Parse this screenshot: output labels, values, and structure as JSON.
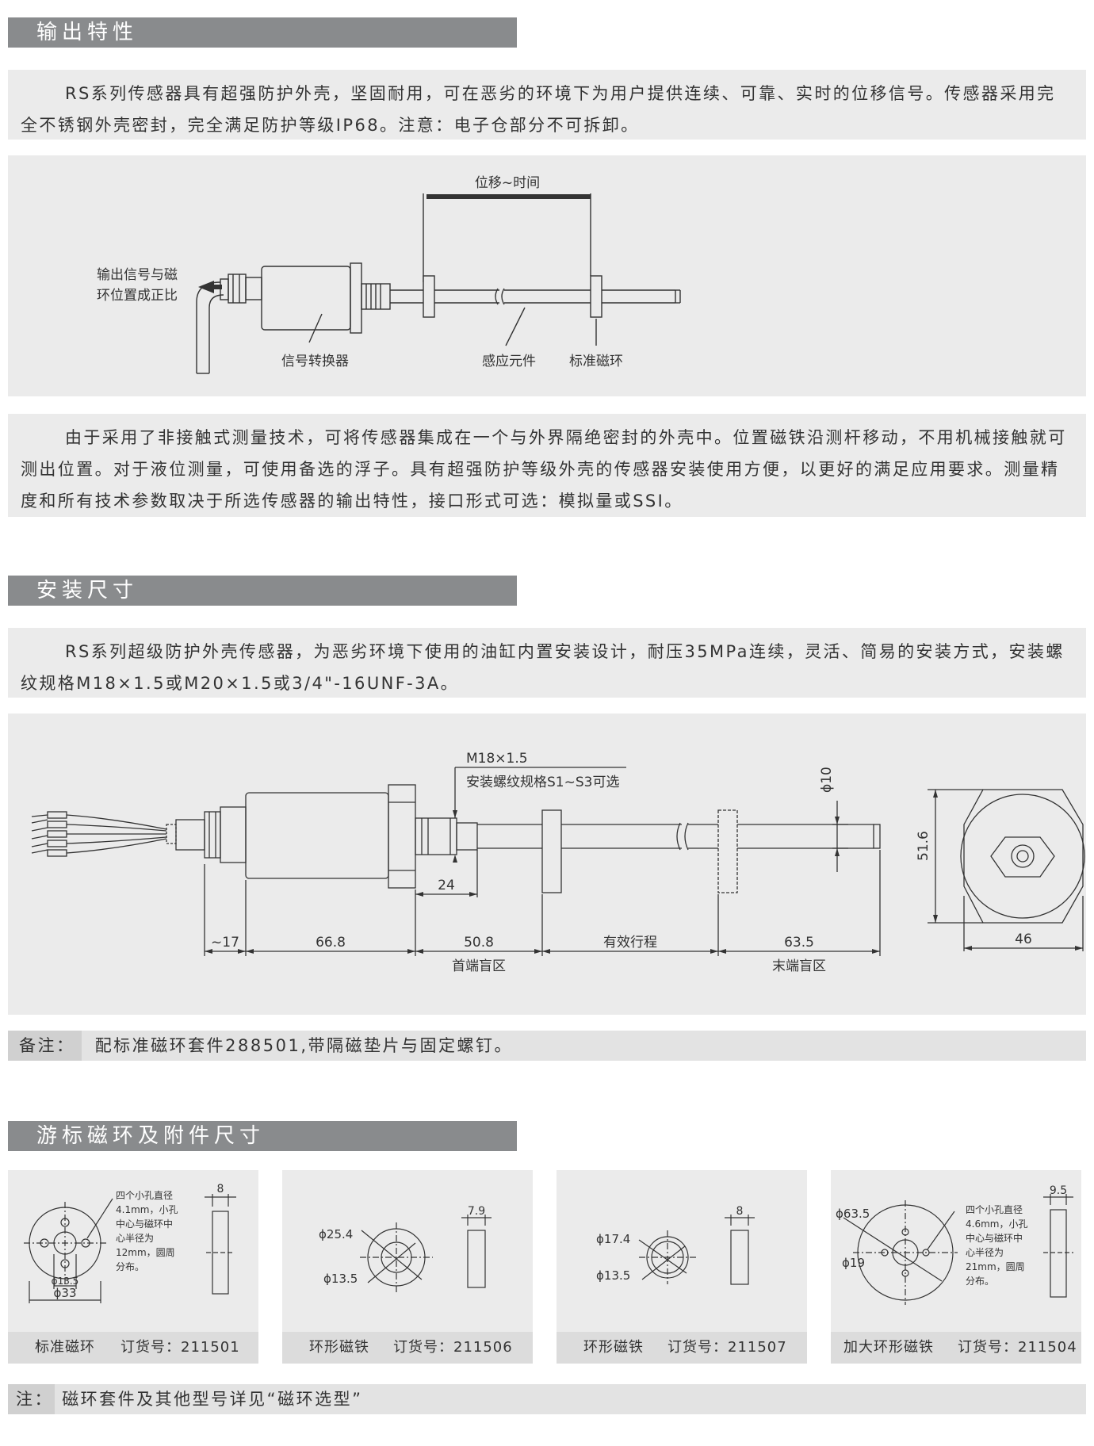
{
  "sections": {
    "output": {
      "title": "输出特性"
    },
    "install": {
      "title": "安装尺寸"
    },
    "magnet": {
      "title": "游标磁环及附件尺寸"
    }
  },
  "output": {
    "para1": "RS系列传感器具有超强防护外壳，坚固耐用，可在恶劣的环境下为用户提供连续、可靠、实时的位移信号。传感器采用完全不锈钢外壳密封，完全满足防护等级IP68。注意：电子仓部分不可拆卸。",
    "diagram": {
      "arrow_label": "位移~时间",
      "left_label_1": "输出信号与磁",
      "left_label_2": "环位置成正比",
      "converter": "信号转换器",
      "element": "感应元件",
      "magnet": "标准磁环"
    },
    "para2": "由于采用了非接触式测量技术，可将传感器集成在一个与外界隔绝密封的外壳中。位置磁铁沿测杆移动，不用机械接触就可测出位置。对于液位测量，可使用备选的浮子。具有超强防护等级外壳的传感器安装使用方便，以更好的满足应用要求。测量精度和所有技术参数取决于所选传感器的输出特性，接口形式可选：模拟量或SSI。"
  },
  "install": {
    "para": "RS系列超级防护外壳传感器，为恶劣环境下使用的油缸内置安装设计，耐压35MPa连续，灵活、简易的安装方式，安装螺纹规格M18×1.5或M20×1.5或3/4\"-16UNF-3A。",
    "drawing": {
      "thread": "M18×1.5",
      "thread_note": "安装螺纹规格S1~S3可选",
      "phi10": "ϕ10",
      "d24": "24",
      "d17": "~17",
      "d668": "66.8",
      "d508": "50.8",
      "stroke": "有效行程",
      "d635": "63.5",
      "front_blind": "首端盲区",
      "end_blind": "末端盲区",
      "h516": "51.6",
      "w46": "46"
    },
    "note_label": "备注：",
    "note_text": "配标准磁环套件288501,带隔磁垫片与固定螺钉。"
  },
  "magnets": [
    {
      "name": "标准磁环",
      "order": "订货号：211501",
      "labels": {
        "desc": [
          "四个小孔直径",
          "4.1mm，小孔",
          "中心与磁环中",
          "心半径为",
          "12mm，圆周",
          "分布。"
        ],
        "d1": "ϕ13.5",
        "d2": "ϕ33",
        "t": "8"
      }
    },
    {
      "name": "环形磁铁",
      "order": "订货号：211506",
      "labels": {
        "d1": "ϕ25.4",
        "d2": "ϕ13.5",
        "t": "7.9"
      }
    },
    {
      "name": "环形磁铁",
      "order": "订货号：211507",
      "labels": {
        "d1": "ϕ17.4",
        "d2": "ϕ13.5",
        "t": "8"
      }
    },
    {
      "name": "加大环形磁铁",
      "order": "订货号：211504",
      "labels": {
        "desc": [
          "四个小孔直径",
          "4.6mm，小孔",
          "中心与磁环中",
          "心半径为",
          "21mm，圆周",
          "分布。"
        ],
        "d1": "ϕ63.5",
        "d2": "ϕ19",
        "t": "9.5"
      }
    }
  ],
  "footer": {
    "note_label": "注：",
    "note_text": "磁环套件及其他型号详见“磁环选型”"
  }
}
